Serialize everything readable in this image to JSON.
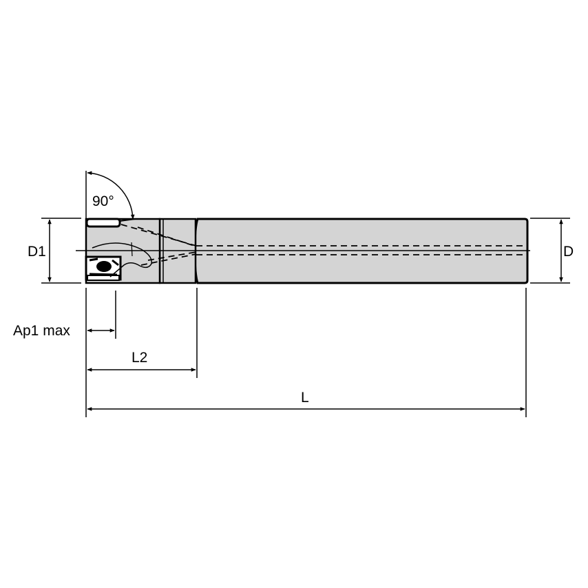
{
  "diagram": {
    "type": "technical-drawing",
    "subject": "indexable square shoulder end mill (side view)",
    "colors": {
      "background": "#ffffff",
      "body_fill": "#d4d4d4",
      "line": "#000000"
    },
    "labels": {
      "angle": "90°",
      "cutting_diameter": "D1",
      "shank_diameter": "D",
      "max_depth_of_cut": "Ap1 max",
      "head_length": "L2",
      "overall_length": "L"
    }
  }
}
